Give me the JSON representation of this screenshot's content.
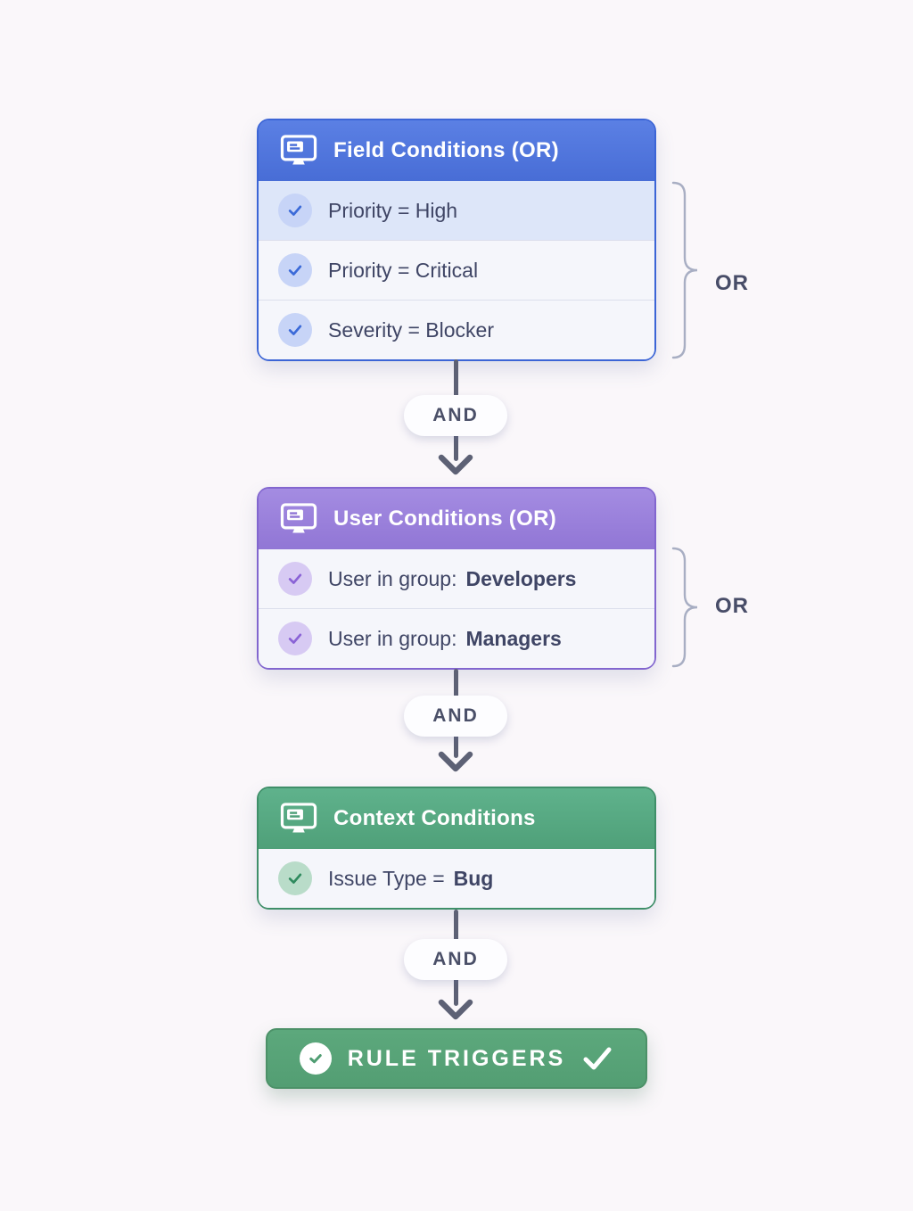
{
  "canvas": {
    "background": "#faf7fa"
  },
  "blocks": [
    {
      "title": "Field Conditions (OR)",
      "accent": "#4a6fd8",
      "border": "#3c65d6",
      "icon": "monitor-icon",
      "group_label": "OR",
      "rows": [
        {
          "text": "Priority = High",
          "value": "",
          "highlighted": true
        },
        {
          "text": "Priority = Critical",
          "value": ""
        },
        {
          "text": "Severity = Blocker",
          "value": ""
        }
      ]
    },
    {
      "title": "User Conditions (OR)",
      "accent": "#9c84dd",
      "border": "#8266cf",
      "icon": "monitor-icon",
      "group_label": "OR",
      "rows": [
        {
          "text": "User in group:",
          "value": "Developers"
        },
        {
          "text": "User in group:",
          "value": "Managers"
        }
      ]
    },
    {
      "title": "Context Conditions",
      "accent": "#57ac86",
      "border": "#3f8f69",
      "icon": "monitor-icon",
      "rows": [
        {
          "text": "Issue Type =",
          "value": "Bug"
        }
      ]
    }
  ],
  "connectors": [
    {
      "label": "AND"
    },
    {
      "label": "AND"
    },
    {
      "label": "AND"
    }
  ],
  "result": {
    "label": "RULE TRIGGERS",
    "background": "#57a377",
    "badge_icon": "check-circle-icon",
    "trailing_icon": "check-icon"
  }
}
